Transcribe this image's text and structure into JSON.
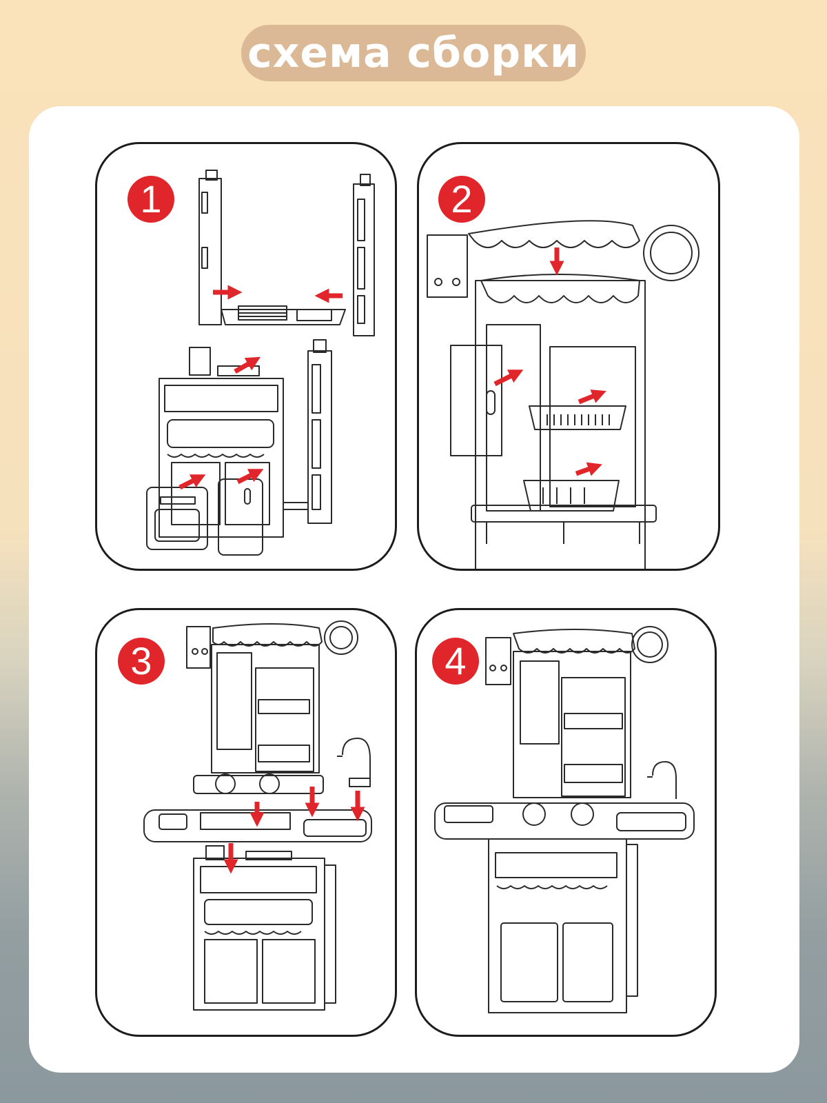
{
  "header": {
    "title": "схема сборки"
  },
  "colors": {
    "badge": "#e0262b",
    "arrow": "#e0262b",
    "pill": "#dbb996",
    "line": "#2a2a2a"
  },
  "steps": [
    {
      "number": "1"
    },
    {
      "number": "2"
    },
    {
      "number": "3"
    },
    {
      "number": "4"
    }
  ]
}
